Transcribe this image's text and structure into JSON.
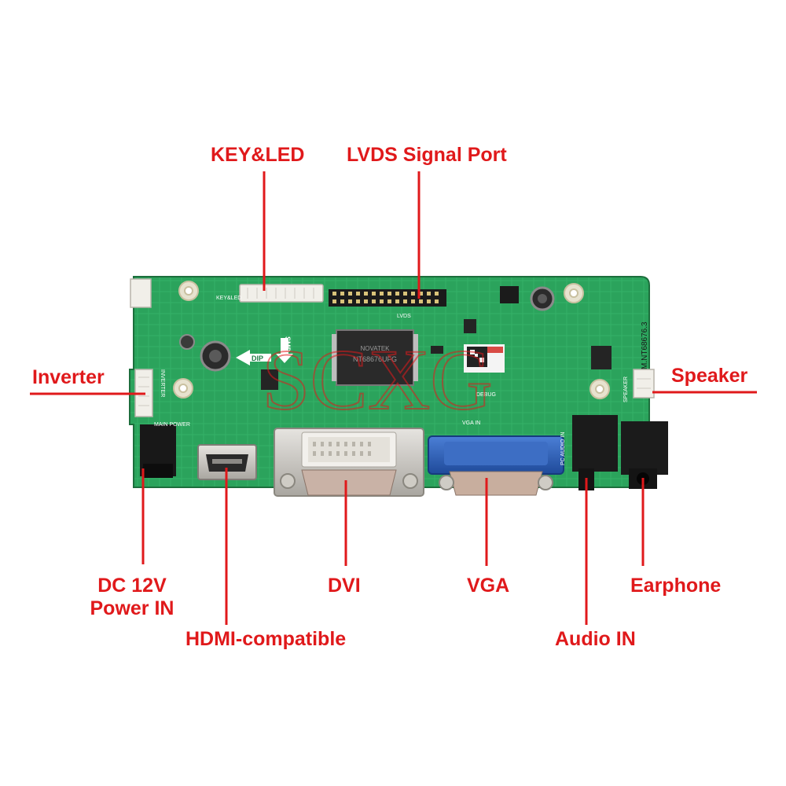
{
  "labels": {
    "key_led": "KEY&LED",
    "lvds": "LVDS Signal Port",
    "inverter": "Inverter",
    "speaker": "Speaker",
    "dc_line1": "DC 12V",
    "dc_line2": "Power IN",
    "hdmi": "HDMI-compatible",
    "dvi": "DVI",
    "vga": "VGA",
    "earphone": "Earphone",
    "audio_in": "Audio IN"
  },
  "board": {
    "model": "M.NT68676.3",
    "chip_brand": "NOVATEK",
    "chip_part": "NT68676UFG",
    "silk": {
      "key_led": "KEY&LED",
      "lvds": "LVDS",
      "debug": "DEBUG",
      "vga_in": "VGA IN",
      "main_power": "MAIN POWER",
      "inverter": "INVERTER",
      "pc_audio_in": "PC AUDIO IN",
      "speaker": "SPEAKER",
      "dip": "DIP",
      "smd": "SMD"
    },
    "watermark": "SCXG"
  },
  "colors": {
    "label": "#e0191b",
    "pcb": "#2aa05a",
    "pcb_dark": "#1e7d45",
    "vga_blue": "#2f5fb8",
    "connector_metal": "#c9c6c0"
  }
}
